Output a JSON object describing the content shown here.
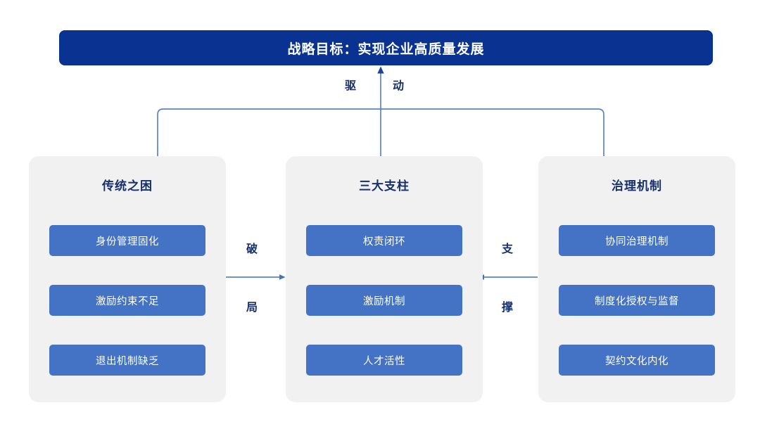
{
  "diagram": {
    "banner": {
      "label": "战略目标：实现企业高质量发展",
      "color": "#0A3391",
      "text_color": "#FFFFFF"
    },
    "columns": [
      {
        "id": "traditional-challenges",
        "title": "传统之困",
        "items": [
          "身份管理固化",
          "激励约束不足",
          "退出机制缺乏"
        ]
      },
      {
        "id": "three-pillars",
        "title": "三大支柱",
        "items": [
          "权责闭环",
          "激励机制",
          "人才活性"
        ]
      },
      {
        "id": "governance-mechanism",
        "title": "治理机制",
        "items": [
          "协同治理机制",
          "制度化授权与监督",
          "契约文化内化"
        ]
      }
    ],
    "connectors": [
      {
        "id": "breakthrough-arrow",
        "from": "traditional-challenges",
        "to": "three-pillars",
        "direction": "right",
        "label_top": "破",
        "label_bottom": "局"
      },
      {
        "id": "support-arrow",
        "from": "governance-mechanism",
        "to": "three-pillars",
        "direction": "left",
        "label_top": "支",
        "label_bottom": "撑"
      },
      {
        "id": "drive-arrow",
        "from": "all-columns",
        "to": "banner",
        "direction": "up",
        "label_left": "驱",
        "label_right": "动"
      }
    ],
    "colors": {
      "banner_navy": "#0A3391",
      "pill_blue": "#4472C4",
      "panel_gray": "#F1F1F1",
      "connector_blue": "#5B84CB",
      "title_navy": "#16306B",
      "background": "#FFFFFF"
    }
  }
}
